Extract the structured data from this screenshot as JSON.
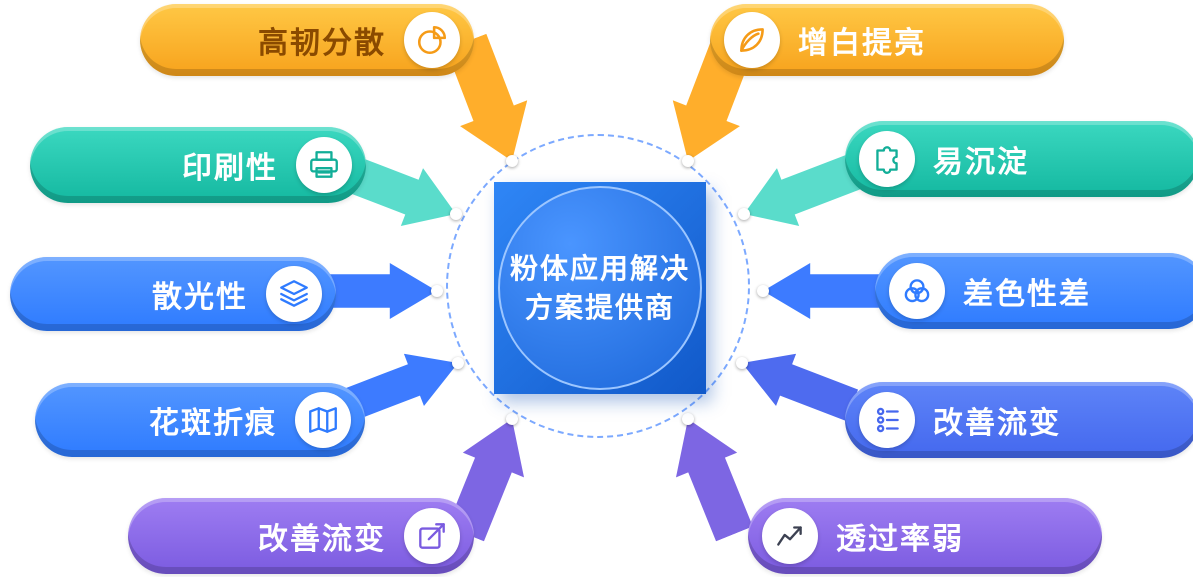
{
  "center": {
    "line1": "粉体应用解决",
    "line2": "方案提供商"
  },
  "left_items": [
    {
      "label": "高韧分散",
      "icon": "pie-chart-icon",
      "theme": "orange"
    },
    {
      "label": "印刷性",
      "icon": "printer-icon",
      "theme": "teal"
    },
    {
      "label": "散光性",
      "icon": "layers-icon",
      "theme": "blue"
    },
    {
      "label": "花斑折痕",
      "icon": "map-icon",
      "theme": "blue"
    },
    {
      "label": "改善流变",
      "icon": "pen-arrow-icon",
      "theme": "purple"
    }
  ],
  "right_items": [
    {
      "label": "增白提亮",
      "icon": "leaf-icon",
      "theme": "orange"
    },
    {
      "label": "易沉淀",
      "icon": "puzzle-icon",
      "theme": "teal"
    },
    {
      "label": "差色性差",
      "icon": "overlap-circles-icon",
      "theme": "blue"
    },
    {
      "label": "改善流变",
      "icon": "tune-icon",
      "theme": "indigo"
    },
    {
      "label": "透过率弱",
      "icon": "trend-chart-icon",
      "theme": "purple"
    }
  ],
  "colors": {
    "orange": "#F7A21C",
    "teal": "#14B8A0",
    "blue": "#2E7BFF",
    "indigo": "#4468EE",
    "purple": "#7B5BE0",
    "center_blue": "#1B66D8",
    "orange_label_text": "#8A4A00"
  }
}
